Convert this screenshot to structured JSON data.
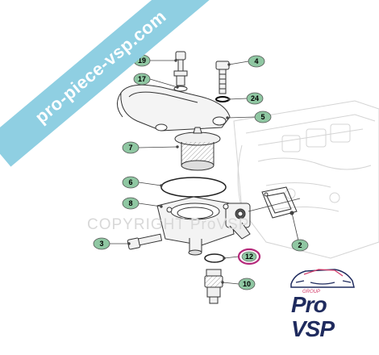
{
  "watermark": {
    "banner_text": "pro-piece-vsp.com",
    "copyright_text": "COPYRIGHT ProVSP"
  },
  "callouts": [
    {
      "id": "19",
      "label": "19"
    },
    {
      "id": "17",
      "label": "17"
    },
    {
      "id": "4",
      "label": "4"
    },
    {
      "id": "24",
      "label": "24"
    },
    {
      "id": "5",
      "label": "5"
    },
    {
      "id": "7",
      "label": "7"
    },
    {
      "id": "6",
      "label": "6"
    },
    {
      "id": "8",
      "label": "8"
    },
    {
      "id": "2",
      "label": "2"
    },
    {
      "id": "3",
      "label": "3"
    },
    {
      "id": "12",
      "label": "12"
    },
    {
      "id": "10",
      "label": "10"
    }
  ],
  "logo": {
    "group_text": "GROUP",
    "line1": "Pro",
    "line2": "VSP"
  },
  "colors": {
    "callout_fill": "#8fc7a2",
    "callout_highlight_border": "#b5287a",
    "banner": "#8fcfe2",
    "logo_navy": "#1f2b5e",
    "logo_pink": "#d23a68"
  }
}
